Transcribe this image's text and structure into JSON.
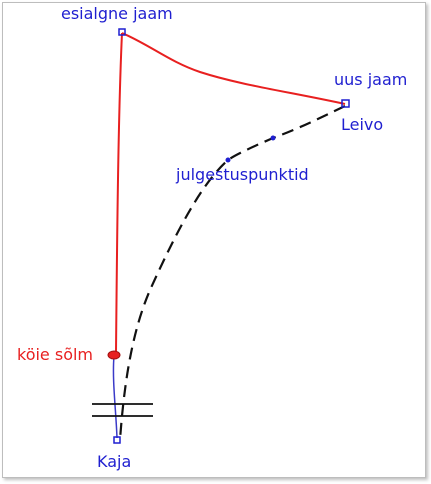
{
  "labels": {
    "old_station": "esialgne jaam",
    "new_station": "uus jaam",
    "new_station_name": "Leivo",
    "anchor_points": "julgestuspunktid",
    "rope_knot": "köie sõlm",
    "origin_name": "Kaja"
  },
  "colors": {
    "red_line": "#e82020",
    "blue_text": "#1f1fd0",
    "red_text": "#e82020",
    "dashed_line": "#111111",
    "blue_line": "#3a3ac8"
  }
}
